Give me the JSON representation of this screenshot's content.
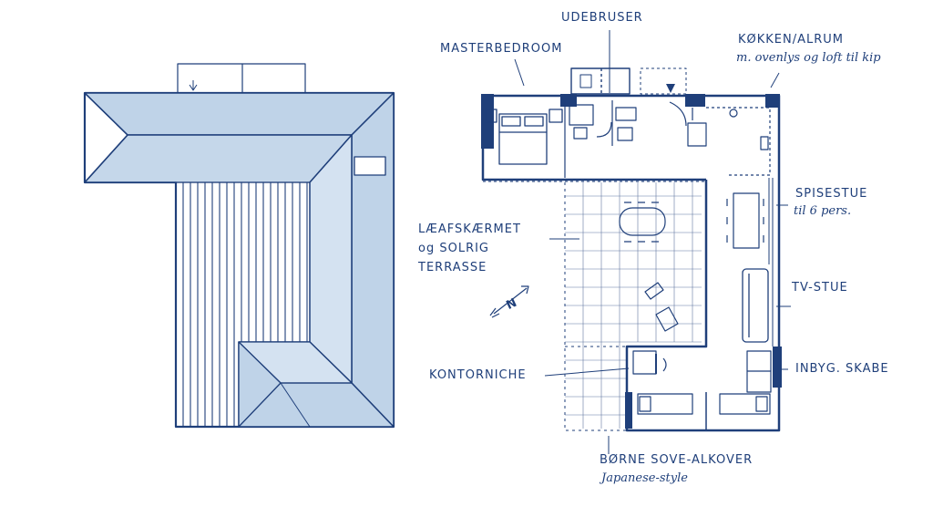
{
  "colors": {
    "ink": "#1f3f7a",
    "roof_fill": "#bfd3e8",
    "paper": "#ffffff"
  },
  "labels": {
    "udebruser": "UDEBRUSER",
    "masterbedroom": "MASTERBEDROOM",
    "kokken_title": "KØKKEN/ALRUM",
    "kokken_sub": "m. ovenlys og loft til kip",
    "spisestue_title": "SPISESTUE",
    "spisestue_sub": "til 6 pers.",
    "laeafskaermet": "LÆAFSKÆRMET",
    "og_solrig": "og SOLRIG",
    "terrasse": "TERRASSE",
    "tv_stue": "TV-STUE",
    "kontorniche": "KONTORNICHE",
    "inbyg_skabe": "INBYG. SKABE",
    "borne_sove": "BØRNE SOVE-ALKOVER",
    "japanese_style": "Japanese-style",
    "north": "N"
  },
  "icons": {
    "north_arrow": "north-arrow-icon",
    "entry_arrow": "entry-arrow-icon"
  }
}
